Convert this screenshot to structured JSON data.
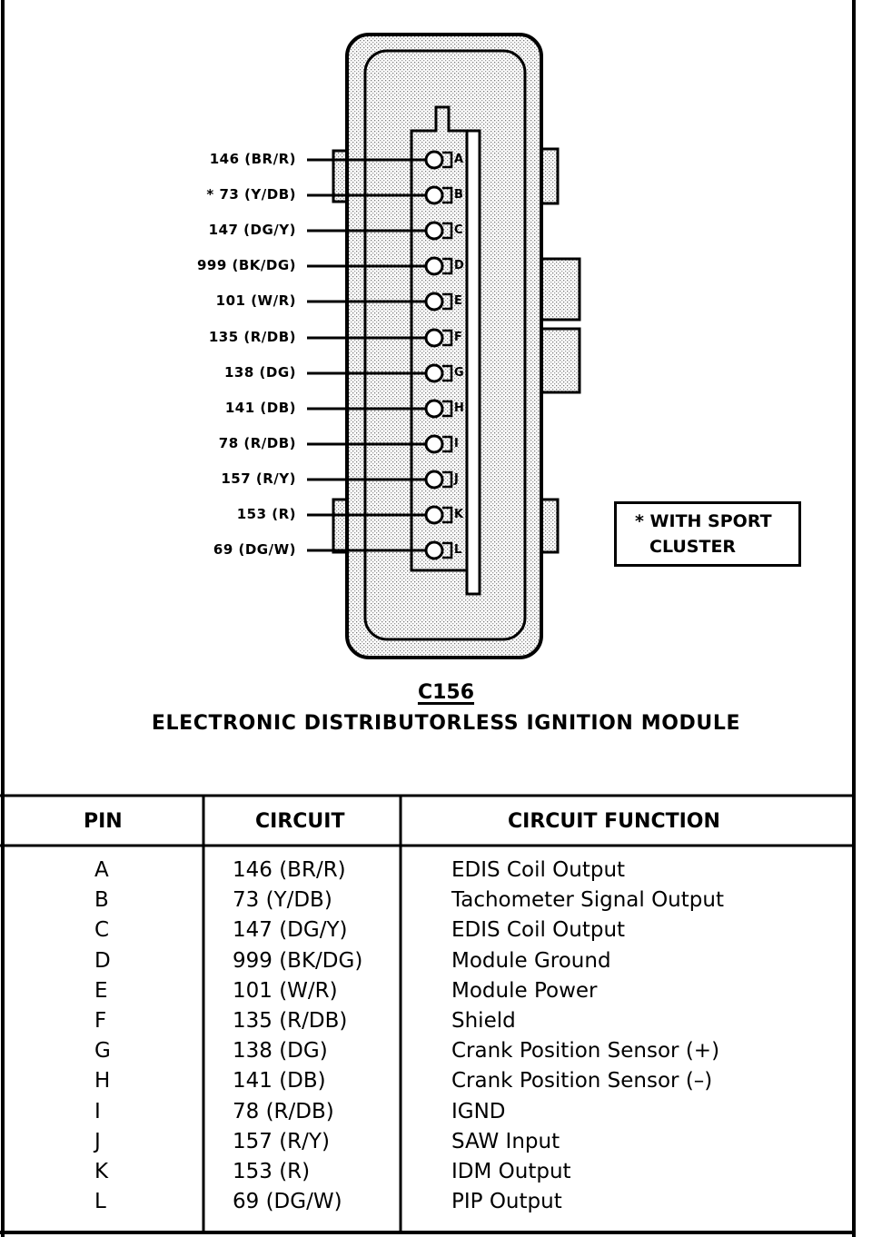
{
  "diagram": {
    "wire_labels": [
      "146 (BR/R)",
      "* 73 (Y/DB)",
      "147 (DG/Y)",
      "999 (BK/DG)",
      "101 (W/R)",
      "135 (R/DB)",
      "138 (DG)",
      "141 (DB)",
      "78 (R/DB)",
      "157 (R/Y)",
      "153 (R)",
      "69 (DG/W)"
    ],
    "pin_letters": [
      "A",
      "B",
      "C",
      "D",
      "E",
      "F",
      "G",
      "H",
      "I",
      "J",
      "K",
      "L"
    ],
    "note_line1": "* WITH SPORT",
    "note_line2": "CLUSTER",
    "connector_id": "C156",
    "module_name": "ELECTRONIC DISTRIBUTORLESS IGNITION MODULE"
  },
  "table": {
    "headers": {
      "pin": "PIN",
      "circuit": "CIRCUIT",
      "function": "CIRCUIT FUNCTION"
    },
    "rows": [
      {
        "pin": "A",
        "circuit": "146  (BR/R)",
        "function": "EDIS Coil Output"
      },
      {
        "pin": "B",
        "circuit": "73  (Y/DB)",
        "function": "Tachometer Signal Output"
      },
      {
        "pin": "C",
        "circuit": "147  (DG/Y)",
        "function": "EDIS Coil Output"
      },
      {
        "pin": "D",
        "circuit": "999  (BK/DG)",
        "function": "Module Ground"
      },
      {
        "pin": "E",
        "circuit": "101  (W/R)",
        "function": "Module Power"
      },
      {
        "pin": "F",
        "circuit": "135  (R/DB)",
        "function": "Shield"
      },
      {
        "pin": "G",
        "circuit": "138  (DG)",
        "function": "Crank Position Sensor (+)"
      },
      {
        "pin": "H",
        "circuit": "141  (DB)",
        "function": "Crank Position Sensor (–)"
      },
      {
        "pin": "I",
        "circuit": "78  (R/DB)",
        "function": "IGND"
      },
      {
        "pin": "J",
        "circuit": "157  (R/Y)",
        "function": "SAW Input"
      },
      {
        "pin": "K",
        "circuit": "153  (R)",
        "function": "IDM Output"
      },
      {
        "pin": "L",
        "circuit": "69  (DG/W)",
        "function": "PIP Output"
      }
    ]
  }
}
